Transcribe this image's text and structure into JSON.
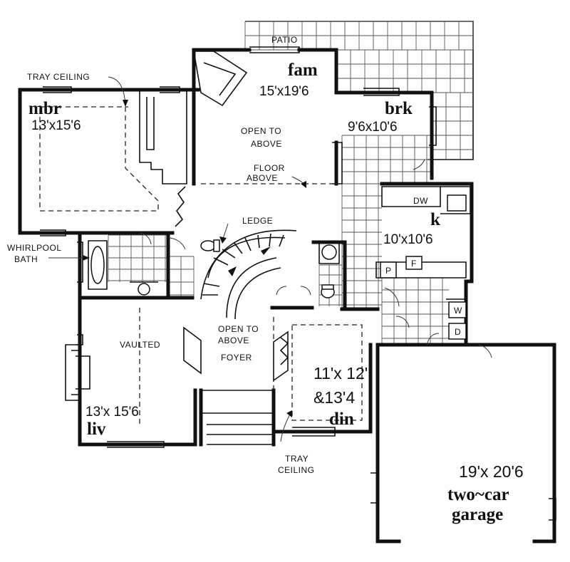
{
  "labels": {
    "patio": "PATIO",
    "tray_ceiling_top": "TRAY CEILING",
    "open_to_above_fam_1": "OPEN TO",
    "open_to_above_fam_2": "ABOVE",
    "floor_above_1": "FLOOR",
    "floor_above_2": "ABOVE",
    "ledge": "LEDGE",
    "whirlpool_1": "WHIRLPOOL",
    "whirlpool_2": "BATH",
    "vaulted": "VAULTED",
    "open_to_above_foyer_1": "OPEN TO",
    "open_to_above_foyer_2": "ABOVE",
    "foyer": "FOYER",
    "tray_ceiling_bottom_1": "TRAY",
    "tray_ceiling_bottom_2": "CEILING",
    "dw": "DW",
    "pantry": "P",
    "fridge": "F",
    "washer": "W",
    "dryer": "D"
  },
  "rooms": {
    "fam": {
      "name": "fam",
      "dims": "15'x19'6"
    },
    "mbr": {
      "name": "mbr",
      "dims": "13'x15'6"
    },
    "brk": {
      "name": "brk",
      "dims": "9'6x10'6"
    },
    "k": {
      "name": "k",
      "dims": "10'x10'6"
    },
    "liv": {
      "name": "liv",
      "dims": "13'x 15'6"
    },
    "din": {
      "name": "din",
      "dims_1": "11'x 12'",
      "dims_2": "&13'4"
    },
    "garage": {
      "name_1": "two~car",
      "name_2": "garage",
      "dims": "19'x 20'6"
    }
  }
}
